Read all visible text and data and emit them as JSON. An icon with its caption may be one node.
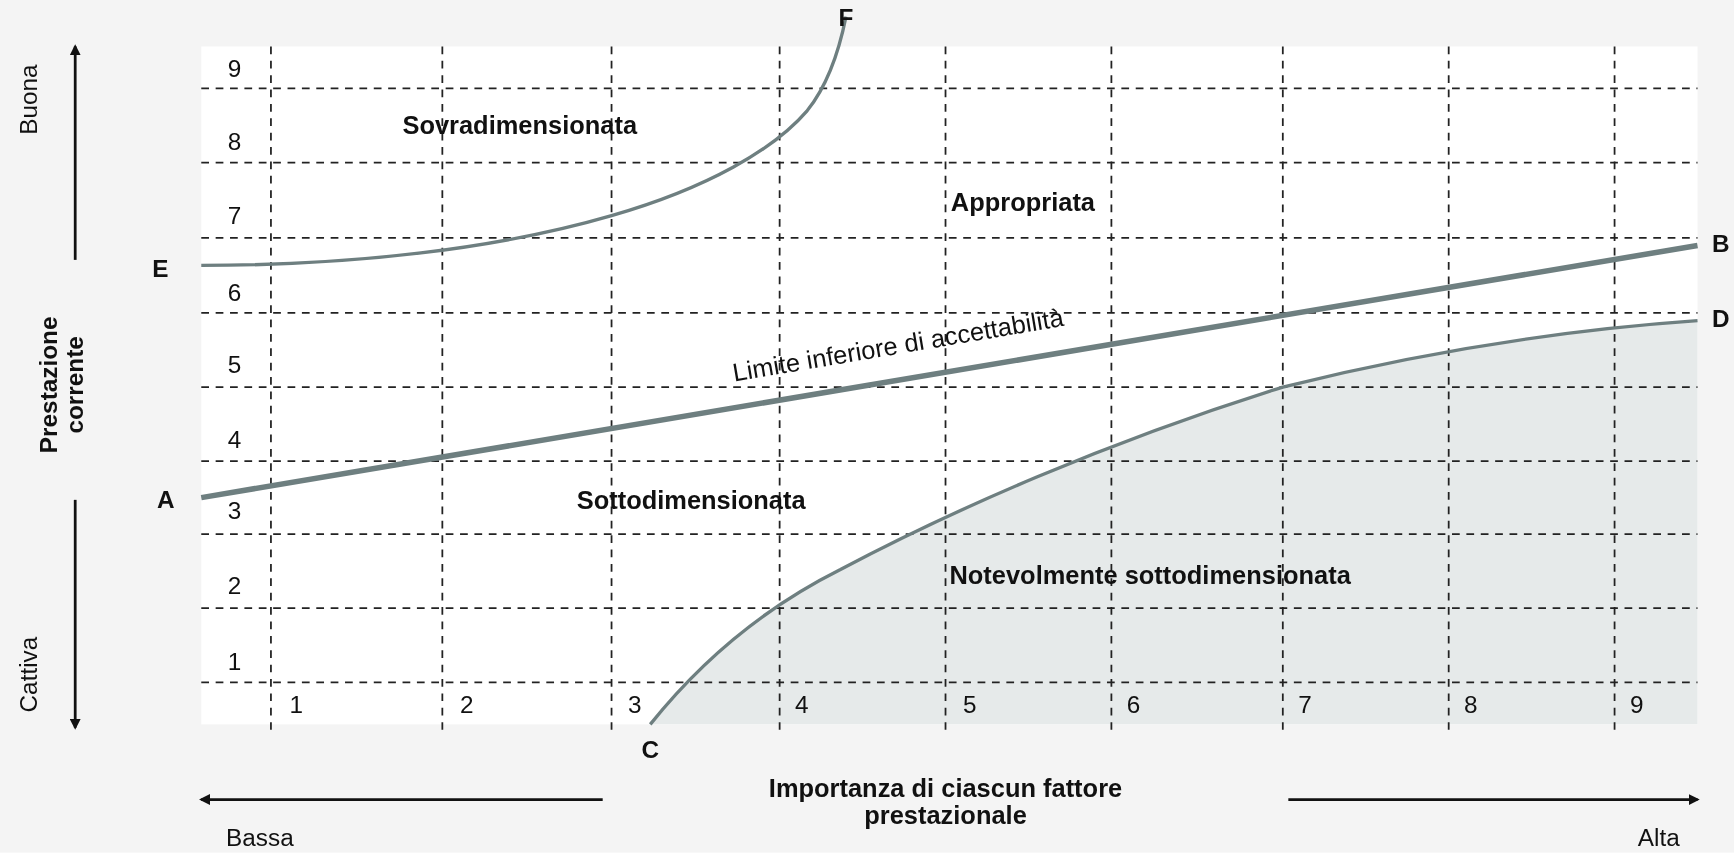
{
  "diagram": {
    "labels": [
      "F",
      "Sovradimensionata",
      "Appropriata",
      "E",
      "B",
      "Limite inferiore di accettabilità",
      "D",
      "A",
      "Sottodimensionata",
      "Notevolmente sottodimensionata",
      "C",
      "9",
      "8",
      "7",
      "6",
      "5",
      "4",
      "3",
      "2",
      "1",
      "1",
      "2",
      "3",
      "4",
      "5",
      "6",
      "7",
      "8",
      "9",
      "Buona",
      "Prestazione corrente",
      "Cattiva",
      "Importanza di ciascun fattore prestazionale",
      "Bassa",
      "Alta"
    ]
  }
}
